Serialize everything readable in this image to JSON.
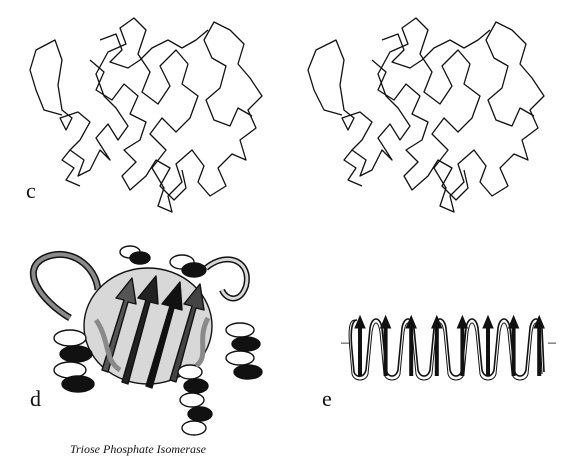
{
  "panels": {
    "c": {
      "label": "c"
    },
    "d": {
      "label": "d",
      "caption": "Triose Phosphate Isomerase"
    },
    "e": {
      "label": "e",
      "left_mark": "–",
      "right_mark": "–",
      "strand_count": 8
    }
  },
  "colors": {
    "ink": "#111111",
    "mid_gray": "#8a8a8a",
    "light_gray": "#d8d8d8",
    "background": "#ffffff"
  }
}
